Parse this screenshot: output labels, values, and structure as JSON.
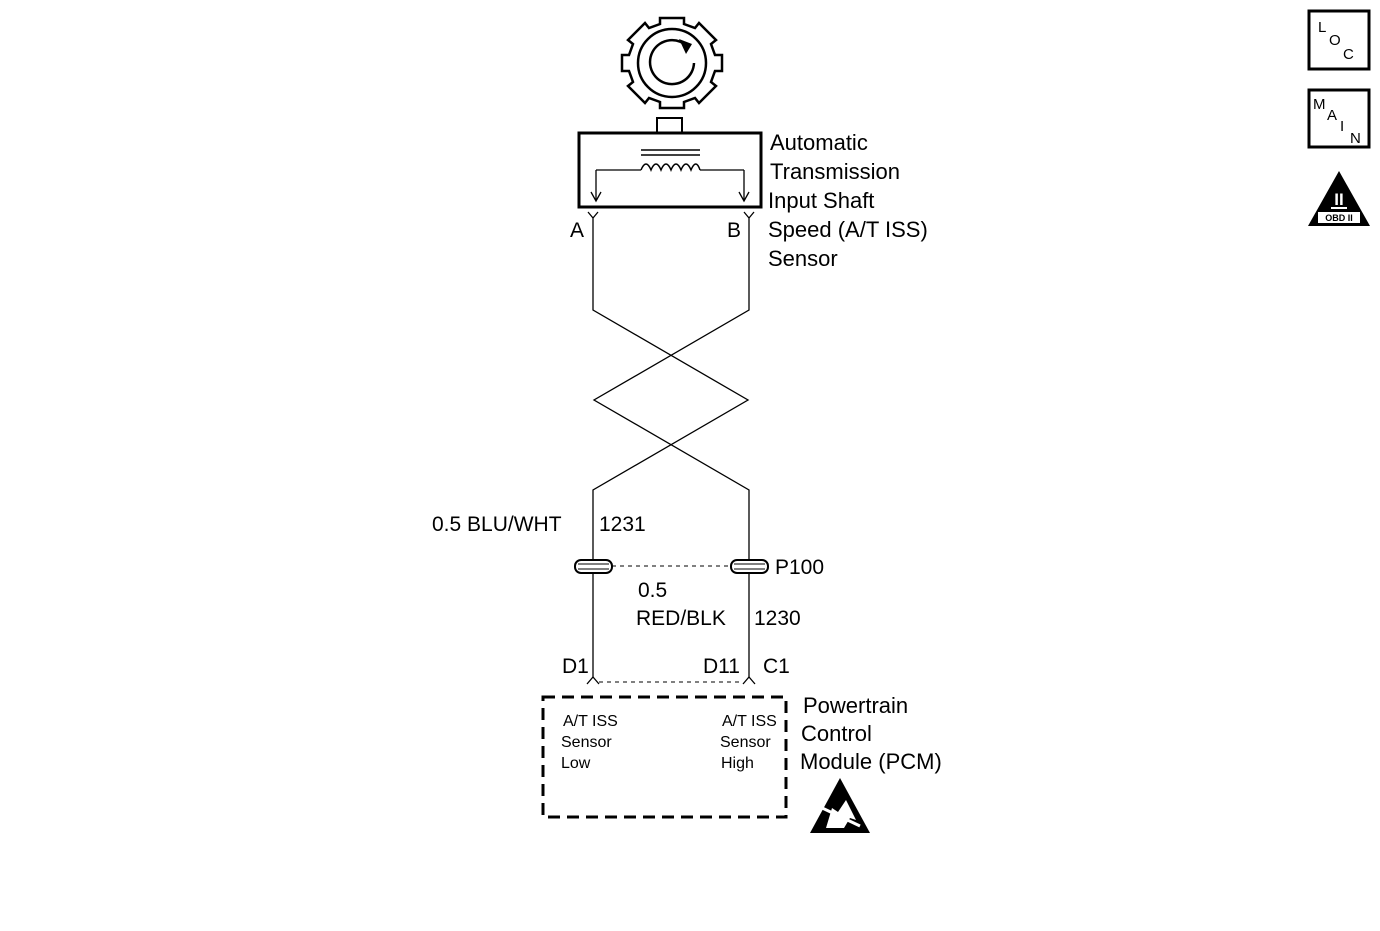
{
  "sensor": {
    "name_lines": [
      "Automatic",
      "Transmission",
      "Input Shaft",
      "Speed (A/T ISS)",
      "Sensor"
    ],
    "pin_a": "A",
    "pin_b": "B"
  },
  "wires": {
    "left_label": "0.5 BLU/WHT",
    "left_circuit": "1231",
    "right_label_line1": "0.5",
    "right_label_line2": "RED/BLK",
    "right_circuit": "1230"
  },
  "connector": {
    "label": "P100"
  },
  "pcm": {
    "pin_d1": "D1",
    "pin_d11": "D11",
    "pin_c1": "C1",
    "name_lines": [
      "Powertrain",
      "Control",
      "Module (PCM)"
    ],
    "left_lines": [
      "A/T ISS",
      "Sensor",
      "Low"
    ],
    "right_lines": [
      "A/T ISS",
      "Sensor",
      "High"
    ]
  },
  "nav": {
    "loc": {
      "l": "L",
      "o": "O",
      "c": "C"
    },
    "main": {
      "m": "M",
      "a": "A",
      "i": "I",
      "n": "N"
    },
    "obd": {
      "numeral": "II",
      "caption": "OBD II"
    }
  }
}
